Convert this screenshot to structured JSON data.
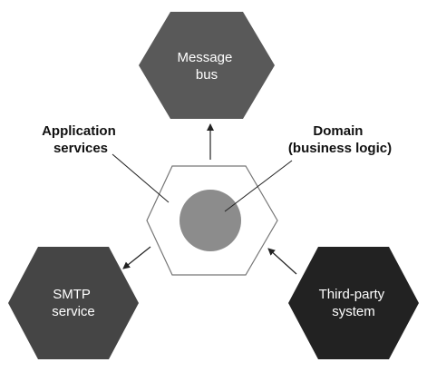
{
  "diagram": {
    "nodes": {
      "message_bus": {
        "lines": [
          "Message",
          "bus"
        ],
        "fill": "#595959"
      },
      "smtp": {
        "lines": [
          "SMTP",
          "service"
        ],
        "fill": "#454545"
      },
      "third_party": {
        "lines": [
          "Third-party",
          "system"
        ],
        "fill": "#222222"
      },
      "application": {
        "fill": "#ffffff",
        "stroke": "#777777"
      },
      "domain_core": {
        "fill": "#8c8c8c"
      }
    },
    "annotations": {
      "application_services": {
        "lines": [
          "Application",
          "services"
        ]
      },
      "domain": {
        "lines": [
          "Domain",
          "(business logic)"
        ]
      }
    },
    "colors": {
      "arrow": "#222222",
      "text_dark": "#111111",
      "text_light": "#ffffff"
    }
  }
}
